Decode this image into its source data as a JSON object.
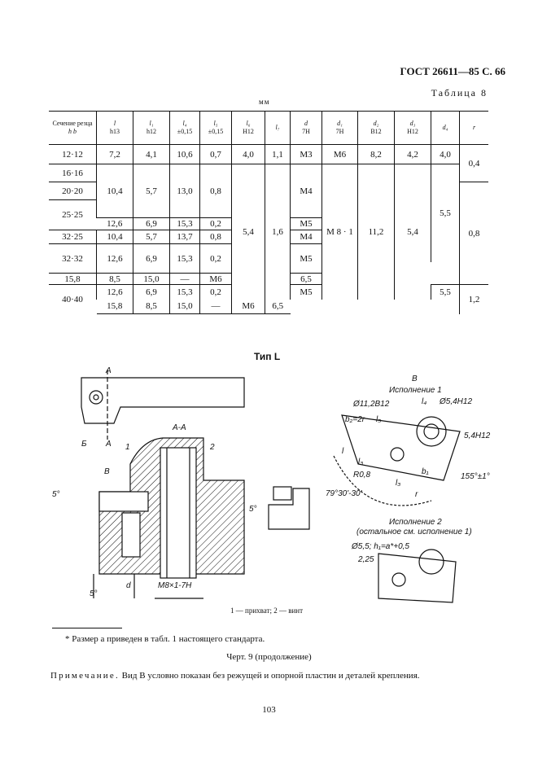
{
  "header": {
    "standard": "ГОСТ 26611—85 С. 66",
    "table_title": "Таблица 8",
    "units": "мм"
  },
  "table": {
    "columns": [
      {
        "sym": "Сечение резца",
        "tol": "h   b"
      },
      {
        "sym": "l",
        "tol": "h13"
      },
      {
        "sym": "l₁",
        "tol": "h12"
      },
      {
        "sym": "l₄",
        "tol": "±0,15"
      },
      {
        "sym": "l₅",
        "tol": "±0,15"
      },
      {
        "sym": "l₆",
        "tol": "H12"
      },
      {
        "sym": "l₇",
        "tol": ""
      },
      {
        "sym": "d",
        "tol": "7H"
      },
      {
        "sym": "d₁",
        "tol": "7H"
      },
      {
        "sym": "d₂",
        "tol": "B12"
      },
      {
        "sym": "d₃",
        "tol": "H12"
      },
      {
        "sym": "d₄",
        "tol": ""
      },
      {
        "sym": "r",
        "tol": ""
      }
    ],
    "sections": [
      "12·12",
      "16·16",
      "20·20",
      "25·25",
      "32·25",
      "32·32",
      "40·40"
    ],
    "rows": [
      {
        "l": "7,2",
        "l1": "4,1",
        "l4": "10,6",
        "l5": "0,7",
        "d": "M3",
        "d4": "4,0"
      },
      {
        "l": "10,4",
        "l1": "5,7",
        "l4": "13,0",
        "l5": "0,8",
        "d": "M4"
      },
      {
        "l": "12,6",
        "l1": "6,9",
        "l4": "15,3",
        "l5": "0,2",
        "d": "M5"
      },
      {
        "l": "10,4",
        "l1": "5,7",
        "l4": "13,7",
        "l5": "0,8",
        "d": "M4"
      },
      {
        "l": "12,6",
        "l1": "6,9",
        "l4": "15,3",
        "l5": "0,2",
        "d": "M5"
      },
      {
        "l": "15,8",
        "l1": "8,5",
        "l4": "15,0",
        "l5": "—",
        "d": "M6",
        "d4": "6,5"
      },
      {
        "l": "12,6",
        "l1": "6,9",
        "l4": "15,3",
        "l5": "0,2",
        "d": "M5",
        "d4": "5,5"
      },
      {
        "l": "15,8",
        "l1": "8,5",
        "l4": "15,0",
        "l5": "—",
        "d": "M6",
        "d4": "6,5"
      }
    ],
    "merged": {
      "l6_first": "4,0",
      "l7_first": "1,1",
      "d1_first": "M6",
      "d2_first": "8,2",
      "d3_first": "4,2",
      "l6": "5,4",
      "l7": "1,6",
      "d1": "M 8 · 1",
      "d2": "11,2",
      "d3": "5,4",
      "d4_mid": "5,5",
      "r_a": "0,4",
      "r_b": "0,8",
      "r_c": "1,2"
    }
  },
  "figure": {
    "title": "Тип L",
    "labels": {
      "a": "А",
      "b": "Б",
      "v": "В",
      "section": "А-А",
      "one": "1",
      "two": "2",
      "angle5": "5°",
      "thread": "M8×1-7H",
      "dim_d": "d",
      "v_title": "В",
      "ispoln1": "Исполнение 1",
      "d11": "Ø11,2B12",
      "d54": "Ø5,4H12",
      "l4": "l₄",
      "b2": "b₂=2r",
      "l5": "l₅",
      "d54b": "5,4H12",
      "l": "l",
      "l3": "l₃",
      "r08": "R0,8",
      "l3b": "l₃",
      "b1": "b₁",
      "ang155": "155°±1°",
      "ang79": "79°30'-30'",
      "r": "r",
      "ispoln2": "Исполнение 2",
      "ispoln2b": "(остальное см. исполнение 1)",
      "d55": "Ø5,5; h₁=a*+0,5",
      "d225": "2,25"
    },
    "legend": "1 — прихват; 2 — винт"
  },
  "footnote": "* Размер a приведен в табл. 1 настоящего стандарта.",
  "caption": "Черт. 9 (продолжение)",
  "note_head": "Примечание.",
  "note_text": " Вид В условно показан без режущей и опорной пластин и деталей крепления.",
  "page_number": "103"
}
